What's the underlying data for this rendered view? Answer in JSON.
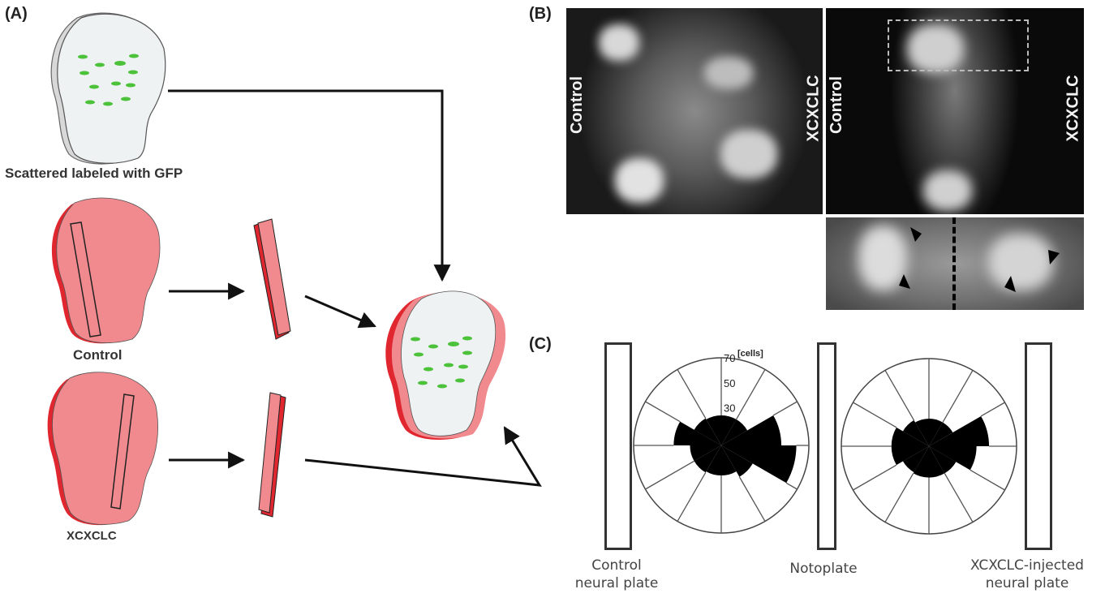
{
  "panels": {
    "A": {
      "label": "(A)",
      "donor_caption": "Scattered labeled with GFP",
      "control_caption": "Control",
      "xcxclc_caption": "XCXCLC"
    },
    "B": {
      "label": "(B)",
      "left_image": {
        "left_label": "Control",
        "right_label": "XCXCLC"
      },
      "right_image": {
        "left_label": "Control",
        "right_label": "XCXCLC"
      },
      "inset": {
        "arrowheads": 4
      }
    },
    "C": {
      "label": "(C)",
      "captions": {
        "control_line1": "Control",
        "control_line2": "neural plate",
        "notoplate": "Notoplate",
        "xcxclc_line1": "XCXCLC-injected",
        "xcxclc_line2": "neural plate"
      }
    }
  },
  "colors": {
    "explant_pink": "#f08a8e",
    "explant_red": "#e0262e",
    "gfp_green": "#4cc23a",
    "embryo_white": "#eef2f3"
  },
  "chart_data": [
    {
      "type": "rose",
      "title": "Control side cell orientation",
      "unit_label": "[cells]",
      "radial_ticks": [
        30,
        50,
        70
      ],
      "rmax": 70,
      "sector_degrees": 30,
      "sectors_clockwise_from_top": [
        24,
        24,
        48,
        60,
        29,
        24,
        24,
        25,
        25,
        38,
        25,
        24
      ]
    },
    {
      "type": "rose",
      "title": "XCXCLC side cell orientation",
      "unit_label": "",
      "radial_ticks": [],
      "rmax": 70,
      "sector_degrees": 30,
      "sectors_clockwise_from_top": [
        22,
        22,
        48,
        38,
        25,
        25,
        25,
        24,
        30,
        30,
        24,
        22
      ]
    }
  ]
}
